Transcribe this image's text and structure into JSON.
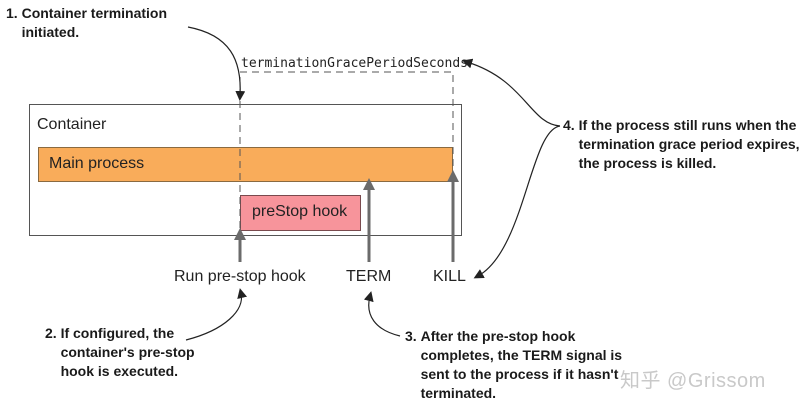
{
  "notes": {
    "n1": {
      "number": "1.",
      "text": "Container termination\ninitiated."
    },
    "n2": {
      "number": "2.",
      "text": "If configured, the\ncontainer's pre-stop\nhook is executed."
    },
    "n3": {
      "number": "3.",
      "text": "After the pre-stop hook\ncompletes, the TERM signal is\nsent to the process if it hasn't\nterminated."
    },
    "n4": {
      "number": "4.",
      "text": "If the process still runs when the\ntermination grace period expires,\nthe process is killed."
    }
  },
  "grace_period_label": "terminationGracePeriodSeconds",
  "container_label": "Container",
  "main_process_label": "Main process",
  "prestop_hook_label": "preStop hook",
  "events": {
    "run_prestop": "Run pre-stop hook",
    "term": "TERM",
    "kill": "KILL"
  },
  "watermark": "知乎 @Grissom",
  "colors": {
    "main_process": "#F9AC5A",
    "prestop_hook": "#F7949B",
    "arrow": "#6b6b6b"
  }
}
